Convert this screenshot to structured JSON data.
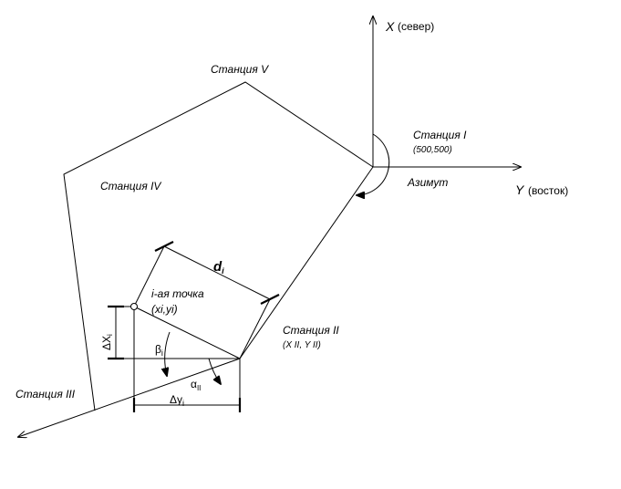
{
  "axes": {
    "x_symbol": "X",
    "x_caption": "(север)",
    "y_symbol": "Y",
    "y_caption": "(восток)",
    "azimuth_label": "Азимут"
  },
  "stations": {
    "station1_label": "Станция I",
    "station1_coords": "(500,500)",
    "station2_label": "Станция II",
    "station2_coords": "(X II, Y II)",
    "station3_label": "Станция III",
    "station4_label": "Станция IV",
    "station5_label": "Станция V"
  },
  "point": {
    "label": "i-ая точка",
    "coords": "(xi,yi)"
  },
  "measurements": {
    "distance": "d",
    "distance_sub": "i",
    "beta": "β",
    "beta_sub": "i",
    "alpha": "α",
    "alpha_sub": "II",
    "delta_x": "ΔX",
    "delta_x_sub": "i",
    "delta_y": "Δy",
    "delta_y_sub": "i"
  }
}
